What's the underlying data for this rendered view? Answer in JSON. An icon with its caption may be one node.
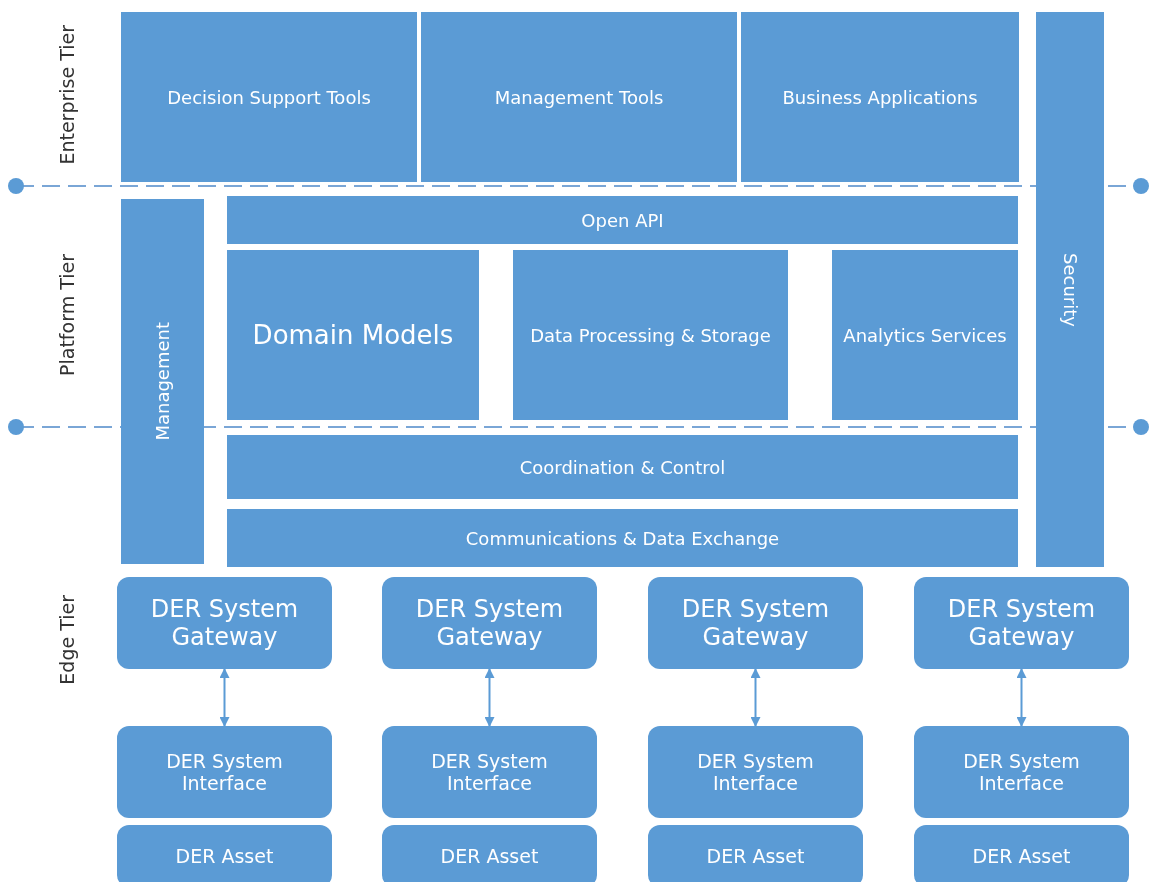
{
  "diagram": {
    "nodes": [
      {
        "text": [
          "Decision Support Tools"
        ]
      },
      {
        "text": [
          "Management Tools"
        ]
      },
      {
        "text": [
          "Business Applications"
        ]
      },
      {
        "text": [
          "Security"
        ]
      },
      {
        "text": [
          "Management"
        ]
      },
      {
        "text": [
          "Open API"
        ]
      },
      {
        "text": [
          "Domain Models"
        ]
      },
      {
        "text": [
          "Data Processing & Storage"
        ]
      },
      {
        "text": [
          "Analytics Services"
        ]
      },
      {
        "text": [
          "Coordination & Control"
        ]
      },
      {
        "text": [
          "Communications & Data Exchange"
        ]
      },
      {
        "text": [
          "DER System Gateway"
        ]
      },
      {
        "text": [
          "DER System Interface"
        ]
      },
      {
        "text": [
          "DER Asset"
        ]
      },
      {
        "text": [
          "DER System Gateway"
        ]
      },
      {
        "text": [
          "DER System Interface"
        ]
      },
      {
        "text": [
          "DER Asset"
        ]
      },
      {
        "text": [
          "DER System Gateway"
        ]
      },
      {
        "text": [
          "DER System Interface"
        ]
      },
      {
        "text": [
          "DER Asset"
        ]
      },
      {
        "text": [
          "DER System Gateway"
        ]
      },
      {
        "text": [
          "DER System Interface"
        ]
      },
      {
        "text": [
          "DER Asset"
        ]
      }
    ],
    "edges": [
      {
        "from": 11,
        "to": 12,
        "arrow": "both"
      },
      {
        "from": 14,
        "to": 15,
        "arrow": "both"
      },
      {
        "from": 17,
        "to": 18,
        "arrow": "both"
      },
      {
        "from": 20,
        "to": 21,
        "arrow": "both"
      }
    ],
    "labels": [
      "Enterprise Tier",
      "Platform Tier",
      "Edge Tier"
    ]
  }
}
